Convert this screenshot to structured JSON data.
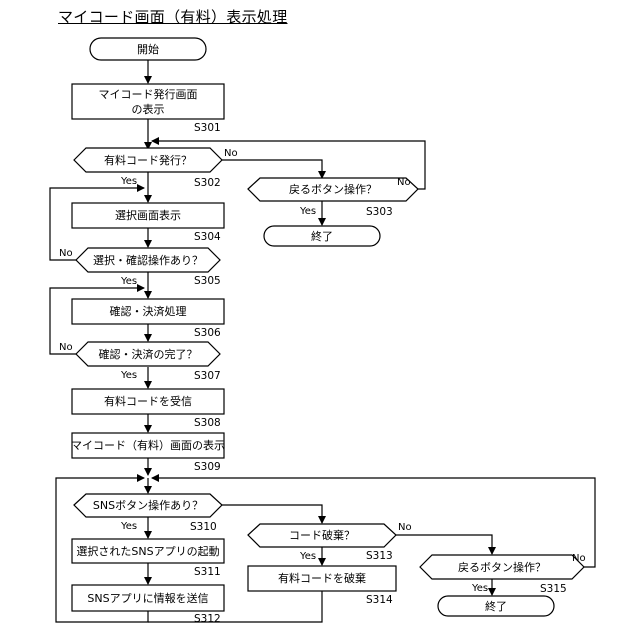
{
  "title": "マイコード画面（有料）表示処理",
  "nodes": {
    "start": "開始",
    "s301_l1": "マイコード発行画面",
    "s301_l2": "の表示",
    "d302": "有料コード発行？",
    "d303": "戻るボタン操作？",
    "end1": "終了",
    "s304": "選択画面表示",
    "d305": "選択・確認操作あり？",
    "s306": "確認・決済処理",
    "d307": "確認・決済の完了？",
    "s308": "有料コードを受信",
    "s309": "マイコード（有料）画面の表示",
    "d310": "SNSボタン操作あり？",
    "s311": "選択されたSNSアプリの起動",
    "s312": "SNSアプリに情報を送信",
    "d313": "コード破棄？",
    "s314": "有料コードを破棄",
    "d315": "戻るボタン操作？",
    "end2": "終了"
  },
  "steps": {
    "s301": "S301",
    "s302": "S302",
    "s303": "S303",
    "s304": "S304",
    "s305": "S305",
    "s306": "S306",
    "s307": "S307",
    "s308": "S308",
    "s309": "S309",
    "s310": "S310",
    "s311": "S311",
    "s312": "S312",
    "s313": "S313",
    "s314": "S314",
    "s315": "S315"
  },
  "labels": {
    "yes": "Yes",
    "no": "No"
  }
}
